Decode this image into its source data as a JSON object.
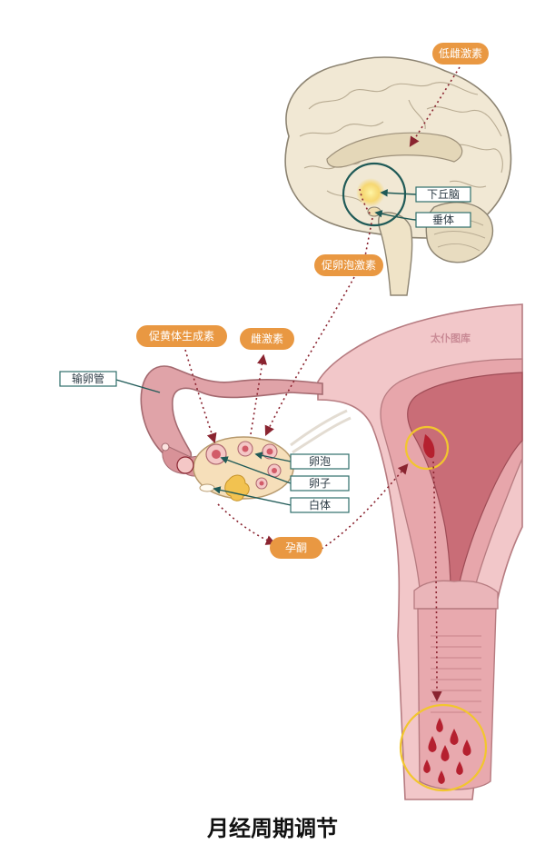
{
  "title": "月经周期调节",
  "watermark": "太仆图库",
  "hormone_labels": {
    "low_estrogen": "低雌激素",
    "fsh": "促卵泡激素",
    "lh": "促黄体生成素",
    "estrogen": "雌激素",
    "progesterone": "孕酮"
  },
  "structure_labels": {
    "hypothalamus": "下丘脑",
    "pituitary": "垂体",
    "fallopian_tube": "输卵管",
    "follicle": "卵泡",
    "ovum": "卵子",
    "corpus_albicans": "白体"
  },
  "colors": {
    "pill": "#e99842",
    "label_border": "#2f6f6b",
    "leader": "#1f5a57",
    "dotted_arrow": "#8a2430",
    "highlight_ring": "#f2c62e",
    "brain_fill": "#f1e8d4",
    "tissue_fill": "#f1c2c5",
    "blood": "#b5202f"
  }
}
